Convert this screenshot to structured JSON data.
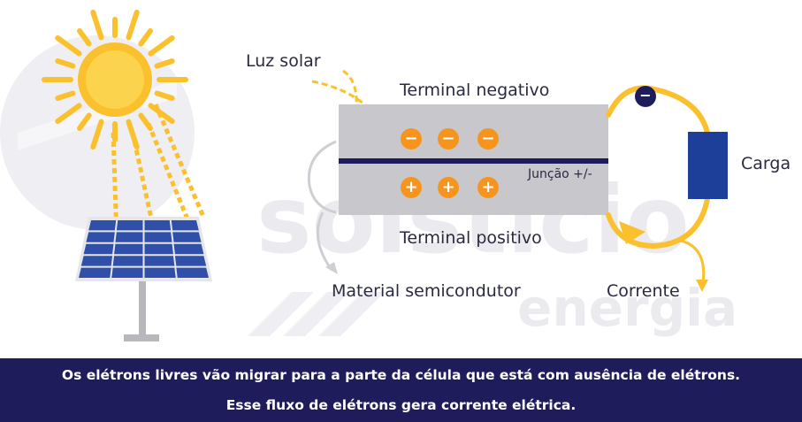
{
  "labels": {
    "sunlight": "Luz solar",
    "negative_terminal": "Terminal negativo",
    "junction": "Junção +/-",
    "positive_terminal": "Terminal positivo",
    "semiconductor": "Material semicondutor",
    "load": "Carga",
    "current": "Corrente"
  },
  "charges": {
    "negative_symbol": "−",
    "positive_symbol": "+"
  },
  "watermark": {
    "brand": "solstício",
    "sub": "energia"
  },
  "caption": {
    "line1": "Os elétrons livres vão migrar para a parte da célula que está com ausência de elétrons.",
    "line2": "Esse fluxo de elétrons gera corrente elétrica."
  },
  "colors": {
    "navy": "#1f1c5c",
    "sun_yellow": "#fbc02d",
    "orange": "#f7941d",
    "cell_gray": "#c8c8cc",
    "panel_blue": "#2f4fa8",
    "load_blue": "#1e3f99"
  }
}
